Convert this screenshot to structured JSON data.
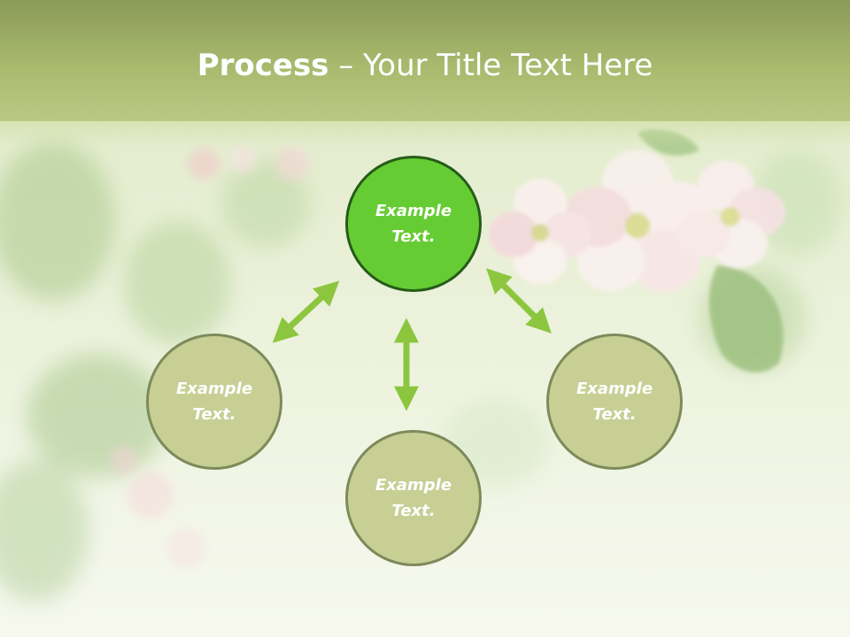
{
  "slide": {
    "title_bold": "Process",
    "title_rest": " – Your Title Text Here"
  },
  "nodes": [
    {
      "label": "Example\nText.",
      "role": "center",
      "highlighted": true
    },
    {
      "label": "Example\nText.",
      "role": "left",
      "highlighted": false
    },
    {
      "label": "Example\nText.",
      "role": "bottom",
      "highlighted": false
    },
    {
      "label": "Example\nText.",
      "role": "right",
      "highlighted": false
    }
  ],
  "colors": {
    "header": "#a9ba6e",
    "highlight_node": "#66cc33",
    "node": "#c7cf95",
    "arrow": "#8cc63f"
  },
  "background_image": "apple-blossom-photo"
}
